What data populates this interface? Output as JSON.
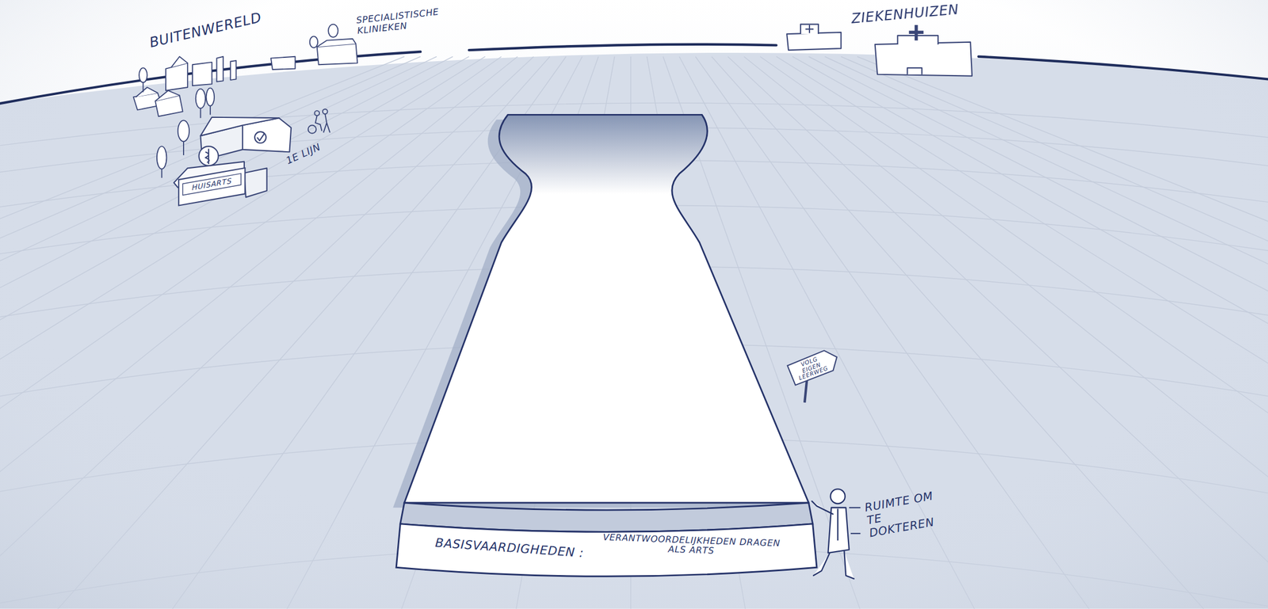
{
  "diagram": {
    "nodes": [
      {
        "text": [
          "HUISARTS"
        ]
      },
      {
        "text": [
          "VOLG EIGEN LEERWEG"
        ]
      },
      {
        "text": [
          "BASISVAARDIGHEDEN :",
          "VERANTWOORDELIJKHEDEN DRAGEN ALS ARTS"
        ]
      }
    ],
    "labels": [
      "BUITENWERELD",
      "SPECIALISTISCHE KLINIEKEN",
      "ZIEKENHUIZEN",
      "1E LIJN",
      "RUIMTE OM TE DOKTEREN"
    ]
  }
}
